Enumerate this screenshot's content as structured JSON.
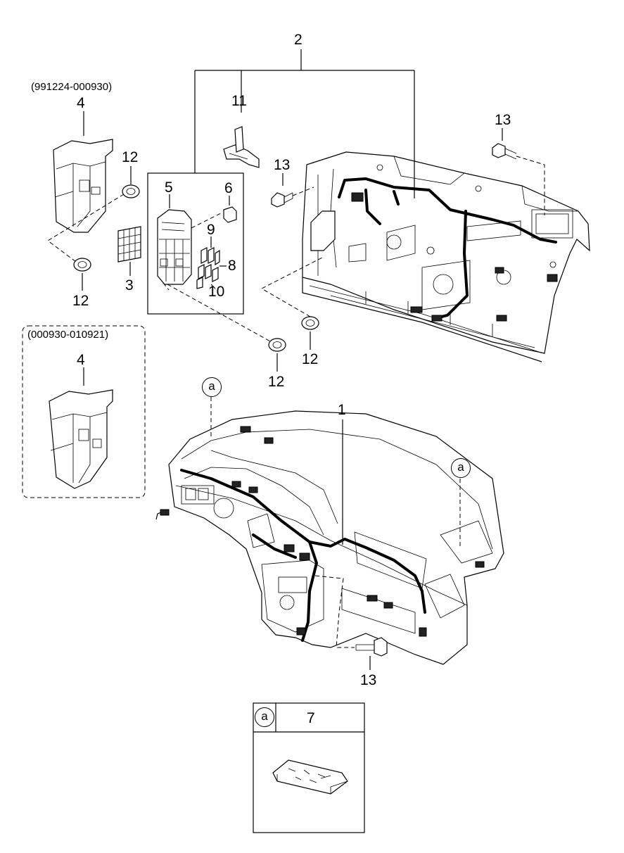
{
  "callouts": {
    "c1": "1",
    "c2": "2",
    "c3": "3",
    "c4_top": "4",
    "c4_box": "4",
    "c5": "5",
    "c6": "6",
    "c7": "7",
    "c8": "8",
    "c9": "9",
    "c10": "10",
    "c11": "11",
    "c12_a": "12",
    "c12_b": "12",
    "c12_c": "12",
    "c12_d": "12",
    "c13_a": "13",
    "c13_b": "13",
    "c13_c": "13"
  },
  "date_ranges": {
    "first": "(991224-000930)",
    "second": "(000930-010921)"
  },
  "ref_marks": {
    "a1": "a",
    "a2": "a",
    "a3": "a"
  }
}
